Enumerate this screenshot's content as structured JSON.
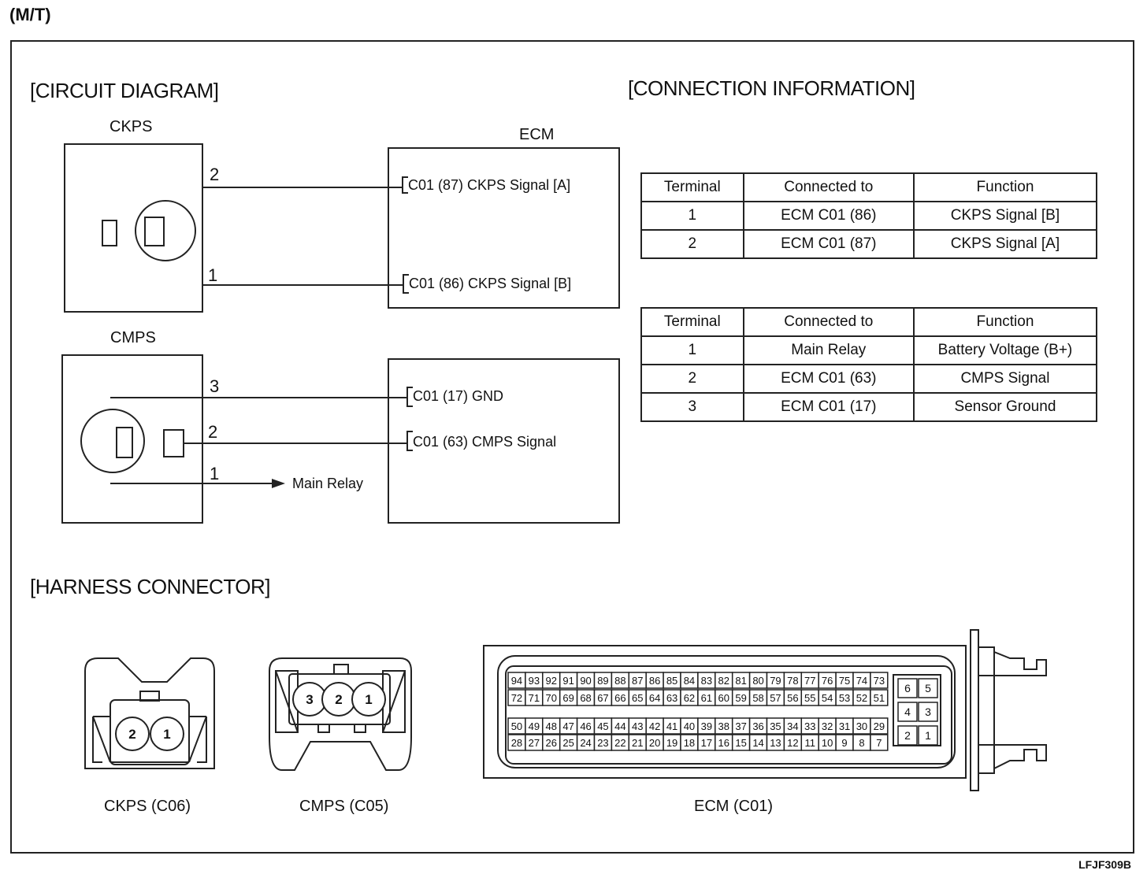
{
  "mode_label": "(M/T)",
  "circuit": {
    "title": "[CIRCUIT DIAGRAM]",
    "ckps": {
      "name": "CKPS",
      "wire_2": "2",
      "wire_1": "1",
      "pin_a": "C01 (87)   CKPS Signal [A]",
      "pin_b": "C01 (86)   CKPS Signal [B]"
    },
    "ecm_name": "ECM",
    "cmps": {
      "name": "CMPS",
      "wire_3": "3",
      "wire_2": "2",
      "wire_1": "1",
      "pin_gnd": "C01 (17)   GND",
      "pin_sig": "C01 (63)  CMPS Signal",
      "main_relay": "Main Relay"
    }
  },
  "connection": {
    "title": "[CONNECTION INFORMATION]",
    "headers": [
      "Terminal",
      "Connected to",
      "Function"
    ],
    "ckps_rows": [
      [
        "1",
        "ECM C01 (86)",
        "CKPS Signal [B]"
      ],
      [
        "2",
        "ECM C01 (87)",
        "CKPS Signal [A]"
      ]
    ],
    "cmps_rows": [
      [
        "1",
        "Main Relay",
        "Battery Voltage (B+)"
      ],
      [
        "2",
        "ECM C01 (63)",
        "CMPS Signal"
      ],
      [
        "3",
        "ECM C01 (17)",
        "Sensor Ground"
      ]
    ]
  },
  "harness": {
    "title": "[HARNESS CONNECTOR]",
    "ckps_caption": "CKPS (C06)",
    "cmps_caption": "CMPS (C05)",
    "ecm_caption": "ECM (C01)",
    "ckps_pins": [
      "2",
      "1"
    ],
    "cmps_pins": [
      "3",
      "2",
      "1"
    ],
    "ecm_rows": [
      [
        "94",
        "93",
        "92",
        "91",
        "90",
        "89",
        "88",
        "87",
        "86",
        "85",
        "84",
        "83",
        "82",
        "81",
        "80",
        "79",
        "78",
        "77",
        "76",
        "75",
        "74",
        "73"
      ],
      [
        "72",
        "71",
        "70",
        "69",
        "68",
        "67",
        "66",
        "65",
        "64",
        "63",
        "62",
        "61",
        "60",
        "59",
        "58",
        "57",
        "56",
        "55",
        "54",
        "53",
        "52",
        "51"
      ],
      [
        "50",
        "49",
        "48",
        "47",
        "46",
        "45",
        "44",
        "43",
        "42",
        "41",
        "40",
        "39",
        "38",
        "37",
        "36",
        "35",
        "34",
        "33",
        "32",
        "31",
        "30",
        "29"
      ],
      [
        "28",
        "27",
        "26",
        "25",
        "24",
        "23",
        "22",
        "21",
        "20",
        "19",
        "18",
        "17",
        "16",
        "15",
        "14",
        "13",
        "12",
        "11",
        "10",
        "9",
        "8",
        "7"
      ]
    ],
    "ecm_small_pins": [
      "6",
      "5",
      "4",
      "3",
      "2",
      "1"
    ]
  },
  "footer_code": "LFJF309B"
}
